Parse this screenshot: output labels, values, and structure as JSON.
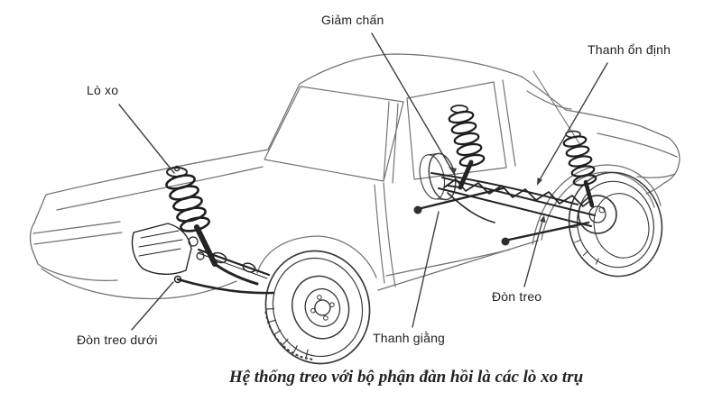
{
  "figure": {
    "type": "technical-line-diagram",
    "subject": "sedan cutaway showing strut-type suspension system",
    "background_color": "#ffffff",
    "body_line_color": "#737373",
    "part_line_color": "#2e2e2e",
    "label_color": "#1f1f1f",
    "caption": "Hệ thống treo với bộ phận đàn hồi là các lò xo trụ",
    "labels": {
      "giam_chan": "Giảm chấn",
      "thanh_on_dinh": "Thanh ổn định",
      "lo_xo": "Lò xo",
      "don_treo_duoi": "Đòn treo dưới",
      "thanh_giang": "Thanh giằng",
      "don_treo": "Đòn treo"
    }
  }
}
